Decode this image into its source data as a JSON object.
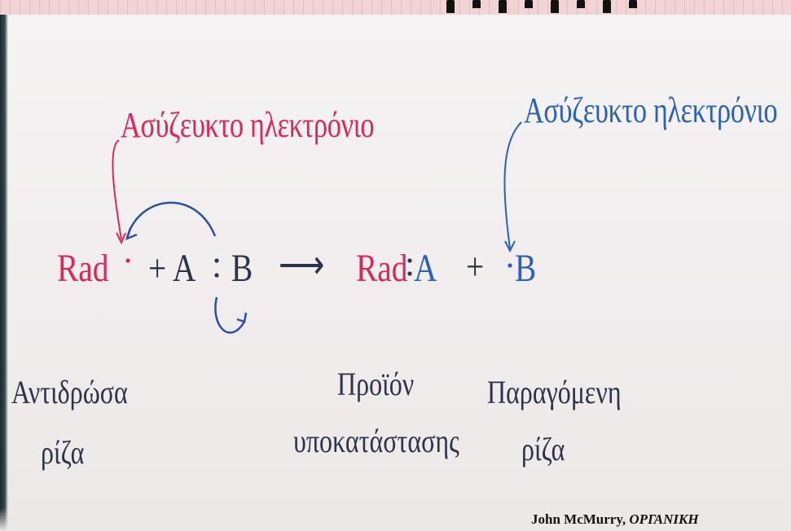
{
  "labels": {
    "unpaired_left": "Ασύζευκτο ηλεκτρόνιο",
    "unpaired_right": "Ασύζευκτο ηλεκτρόνιο"
  },
  "equation": {
    "rad_reactant": "Rad",
    "plus_a": "+ A",
    "b_reactant": "B",
    "arrow": "⟶",
    "rad_product": "Rad",
    "a_product": "A",
    "plus": "+",
    "b_product": "B"
  },
  "bottom_labels": {
    "reacting_radical_line1": "Αντιδρώσα",
    "reacting_radical_line2": "ρίζα",
    "product_line1": "Προϊόν",
    "product_line2": "υποκατάστασης",
    "new_radical_line1": "Παραγόμενη",
    "new_radical_line2": "ρίζα"
  },
  "credit": {
    "author": "John McMurry,",
    "title": "ΟΡΓΑΝΙΚΗ"
  },
  "colors": {
    "red": "#d8295a",
    "blue": "#2c62b6",
    "dark": "#2d3447",
    "banner": "#f0d4d6"
  }
}
